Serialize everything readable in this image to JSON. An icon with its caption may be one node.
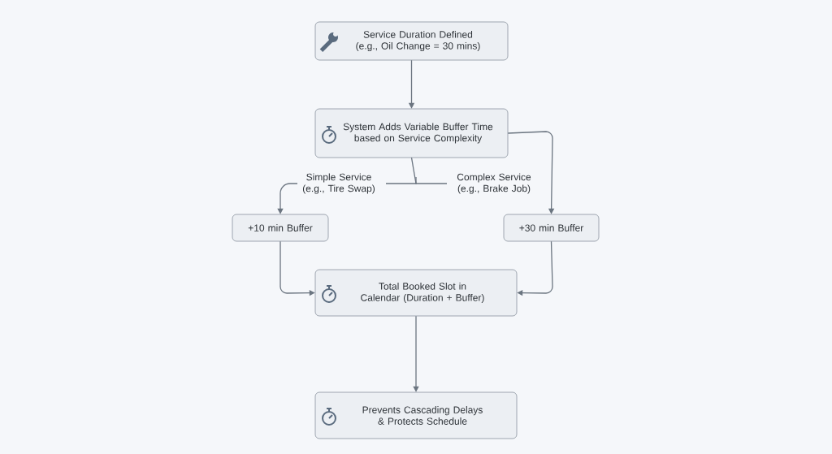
{
  "diagram": {
    "nodes": [
      {
        "text": [
          "Service Duration Defined (e.g., Oil Change = 30 mins)"
        ]
      },
      {
        "text": [
          "System Adds Variable Buffer Time based on Service Complexity"
        ]
      },
      {
        "text": [
          "+10 min Buffer"
        ]
      },
      {
        "text": [
          "+30 min Buffer"
        ]
      },
      {
        "text": [
          "Total Booked Slot in Calendar (Duration + Buffer)"
        ]
      },
      {
        "text": [
          "Prevents Cascading Delays & Protects Schedule"
        ]
      }
    ],
    "edges": [
      {
        "from": 0,
        "to": 1,
        "arrow": "to"
      },
      {
        "from": 1,
        "to": 2,
        "arrow": "to",
        "label": "Simple Service (e.g., Tire Swap)"
      },
      {
        "from": 1,
        "to": 3,
        "arrow": "to",
        "label": "Complex Service (e.g., Brake Job)"
      },
      {
        "from": 2,
        "to": 4,
        "arrow": "to"
      },
      {
        "from": 3,
        "to": 4,
        "arrow": "to"
      },
      {
        "from": 4,
        "to": 5,
        "arrow": "to"
      }
    ]
  }
}
